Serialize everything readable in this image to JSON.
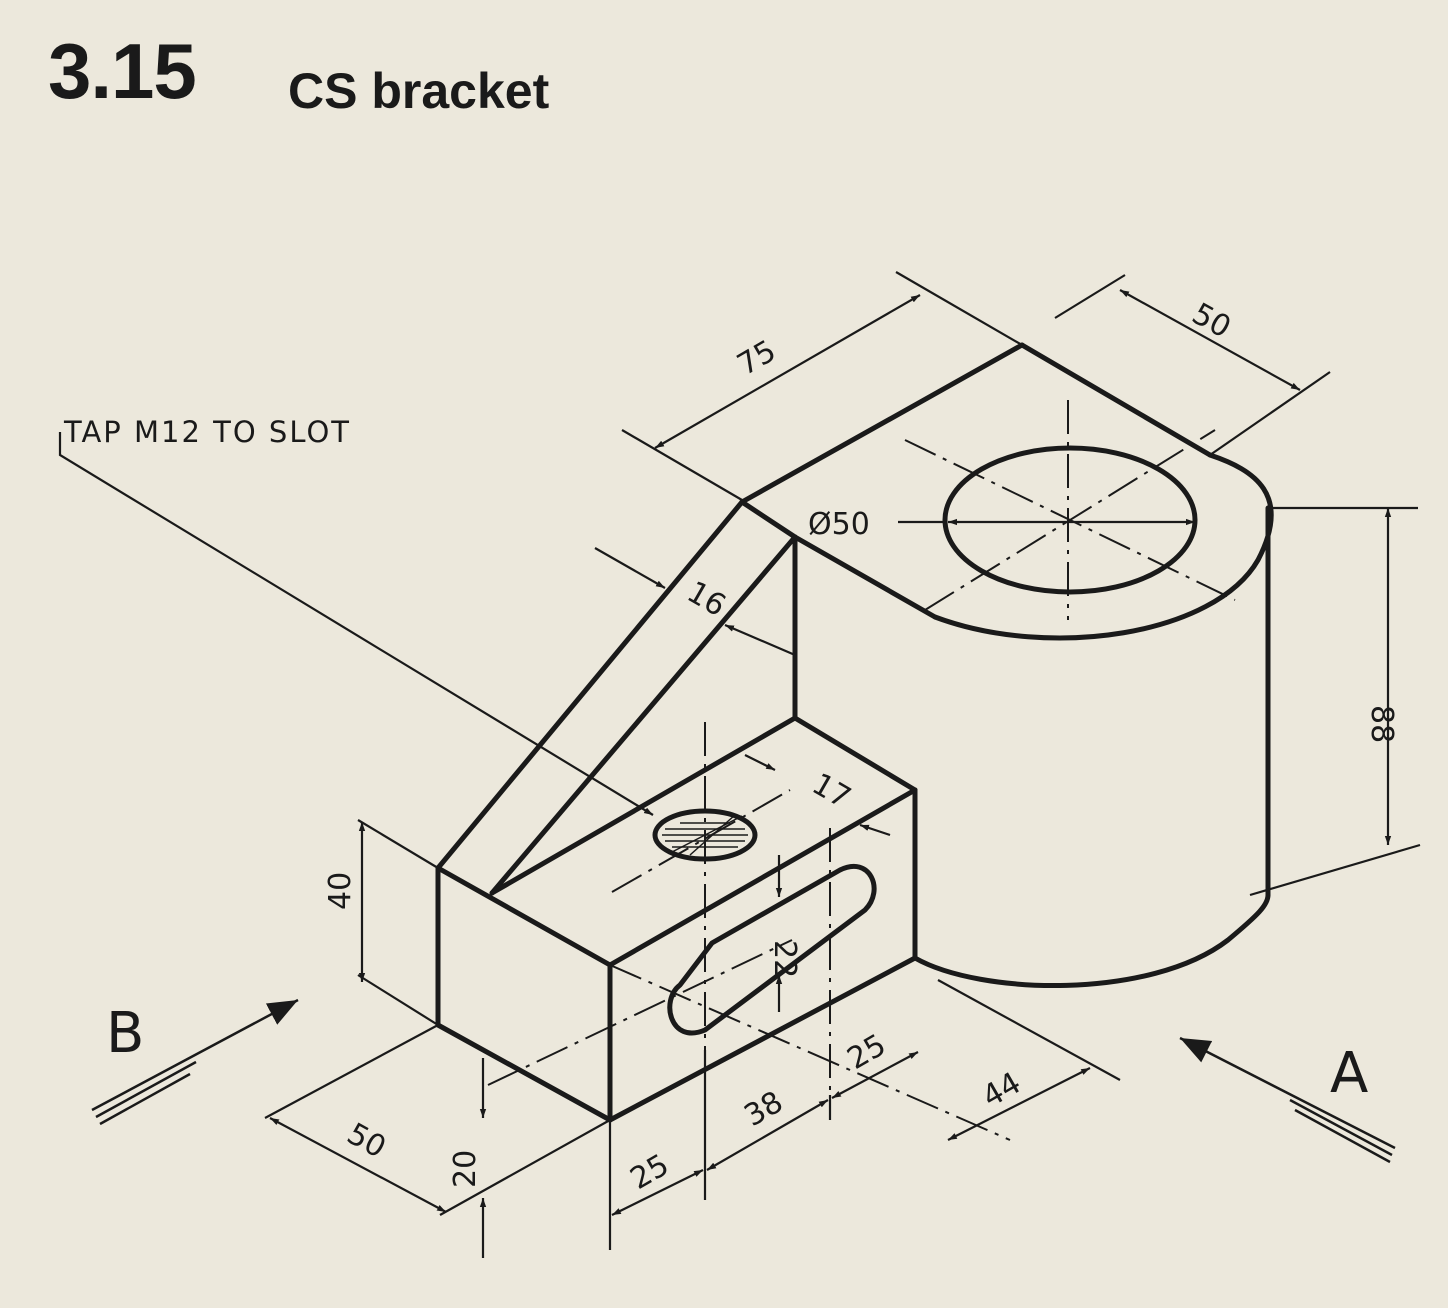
{
  "header": {
    "number": "3.15",
    "title": "CS bracket"
  },
  "note": {
    "text": "TAP M12 TO SLOT"
  },
  "views": {
    "b": "B",
    "a": "A"
  },
  "dims": {
    "d75": "75",
    "d50_top": "50",
    "dia50": "Ø50",
    "d16": "16",
    "d17": "17",
    "d88": "88",
    "d40": "40",
    "d22": "22",
    "d50_bottom": "50",
    "d20": "20",
    "d25_left": "25",
    "d38": "38",
    "d25_right": "25",
    "d44": "44"
  }
}
